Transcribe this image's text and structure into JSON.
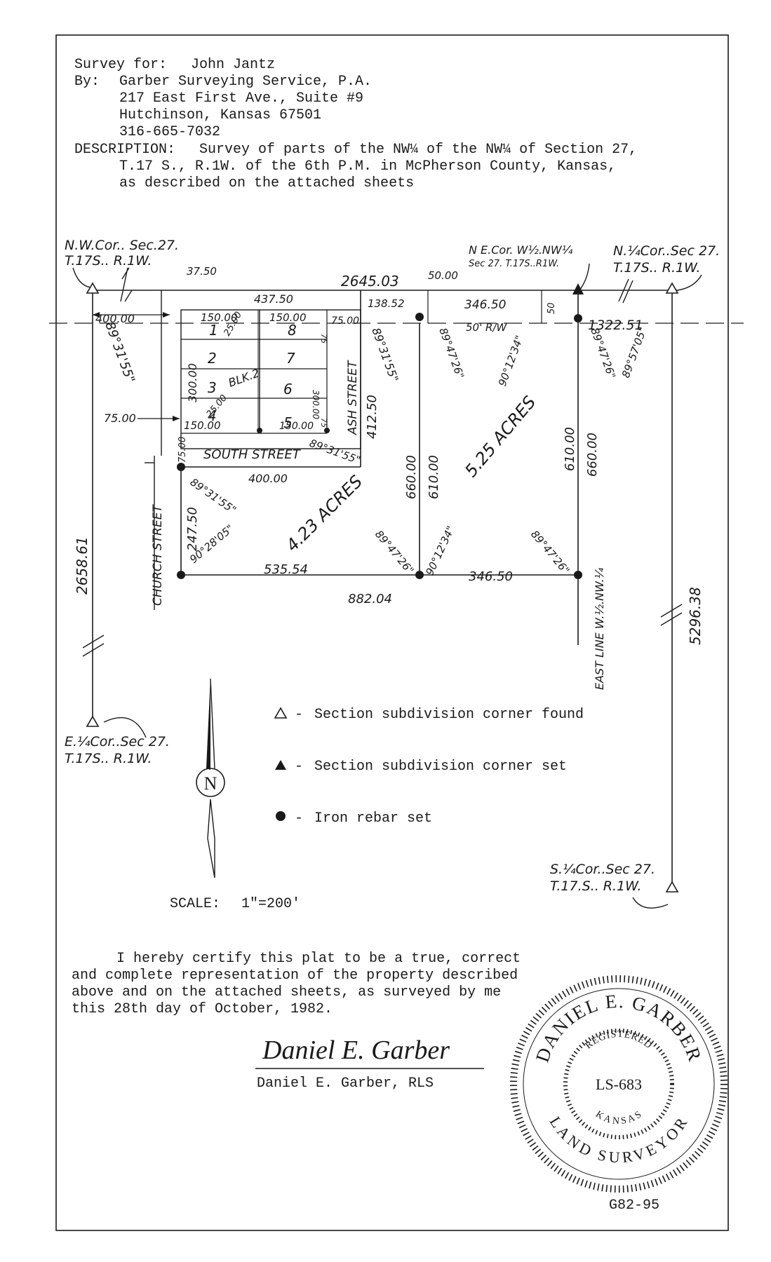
{
  "header": {
    "survey_for_label": "Survey for:",
    "survey_for": "John Jantz",
    "by_label": "By:",
    "company": "Garber Surveying Service, P.A.",
    "address": "217 East First Ave., Suite #9",
    "city": "Hutchinson, Kansas   67501",
    "phone": "316-665-7032",
    "description_label": "DESCRIPTION:",
    "description_lines": [
      "Survey of parts of the NW¼ of the NW¼ of Section 27,",
      "T.17 S., R.1W. of the 6th P.M. in McPherson County, Kansas,",
      "as described on the attached sheets"
    ]
  },
  "corners": {
    "nw": [
      "N.W.Cor.. Sec.27.",
      "T.17S.. R.1W."
    ],
    "ne": [
      "N E.Cor. W½.NW¼",
      "Sec 27. T.17S..R1W."
    ],
    "n_quarter": [
      "N.¼Cor..Sec 27.",
      "T.17S.. R.1W."
    ],
    "e_quarter": [
      "E.¼Cor..Sec 27.",
      "T.17S.. R.1W."
    ],
    "s_quarter": [
      "S.¼Cor..Sec 27.",
      "T.17.S.. R.1W."
    ]
  },
  "streets": {
    "ash": "ASH STREET",
    "south": "SOUTH STREET",
    "church": "CHURCH STREET",
    "east_line": "EAST LINE W.½.NW.¼",
    "row": "50' R/W"
  },
  "blocks": {
    "blk": "BLK.2",
    "lots": [
      "1",
      "2",
      "3",
      "4",
      "5",
      "6",
      "7",
      "8"
    ]
  },
  "dimensions": {
    "d2645": "2645.03",
    "d3750": "37.50",
    "d43750": "437.50",
    "d5000": "50.00",
    "d13852": "138.52",
    "d34650_top": "346.50",
    "d34650_bot": "346.50",
    "d132251": "1322.51",
    "d40000": "400.00",
    "d75_left": "75.00",
    "d75_right": "75.00",
    "d150_tl": "150.00",
    "d150_tr": "150.00",
    "d150_bl": "150.00",
    "d150_br": "150.00",
    "d300_l": "300.00",
    "d300_r": "300.00",
    "d2500_a": "25.00",
    "d2500_b": "25.00",
    "d41250": "412.50",
    "d7500_south": "75.00",
    "d400_south": "400.00",
    "d24750": "247.50",
    "d53554": "535.54",
    "d88204": "882.04",
    "d660_mid": "660.00",
    "d610_mid": "610.00",
    "d610_right": "610.00",
    "d660_right": "660.00",
    "d265861": "2658.61",
    "d529638": "5296.38",
    "d50": "50",
    "d75_lot": "75",
    "d75_lot2": "75"
  },
  "angles": {
    "a_893155_left": "89°31'55\"",
    "a_893155_mid": "89°31'55\"",
    "a_893155_south": "89°31'55\"",
    "a_893155_church": "89°31'55\"",
    "a_894726_top": "89°47'26\"",
    "a_901234_top": "90°12'34\"",
    "a_894726_right": "89°47'26\"",
    "a_895705": "89°57'05\"",
    "a_902805": "90°28'05\"",
    "a_894726_bl": "89°47'26\"",
    "a_901234_bot": "90°12'34\"",
    "a_894726_br": "89°47'26\""
  },
  "areas": {
    "a1": "5.25 ACRES",
    "a2": "4.23 ACRES"
  },
  "legend": {
    "found": "Section subdivision corner found",
    "set": "Section subdivision corner set",
    "rebar": "Iron rebar set",
    "dash": "-"
  },
  "north": "N",
  "scale_label": "SCALE:",
  "scale_value": "1\"=200'",
  "certification": [
    "I hereby certify this plat to be a true, correct",
    "and complete representation of the property described",
    "above and on the attached sheets, as surveyed by me",
    "this 28th day of October, 1982."
  ],
  "signature": "Daniel E. Garber",
  "surveyor": "Daniel E. Garber, RLS",
  "seal": {
    "top": "DANIEL E. GARBER",
    "registered": "REGISTERED",
    "number": "LS-683",
    "state": "KANSAS",
    "bottom": "LAND SURVEYOR"
  },
  "doc_number": "G82-95"
}
